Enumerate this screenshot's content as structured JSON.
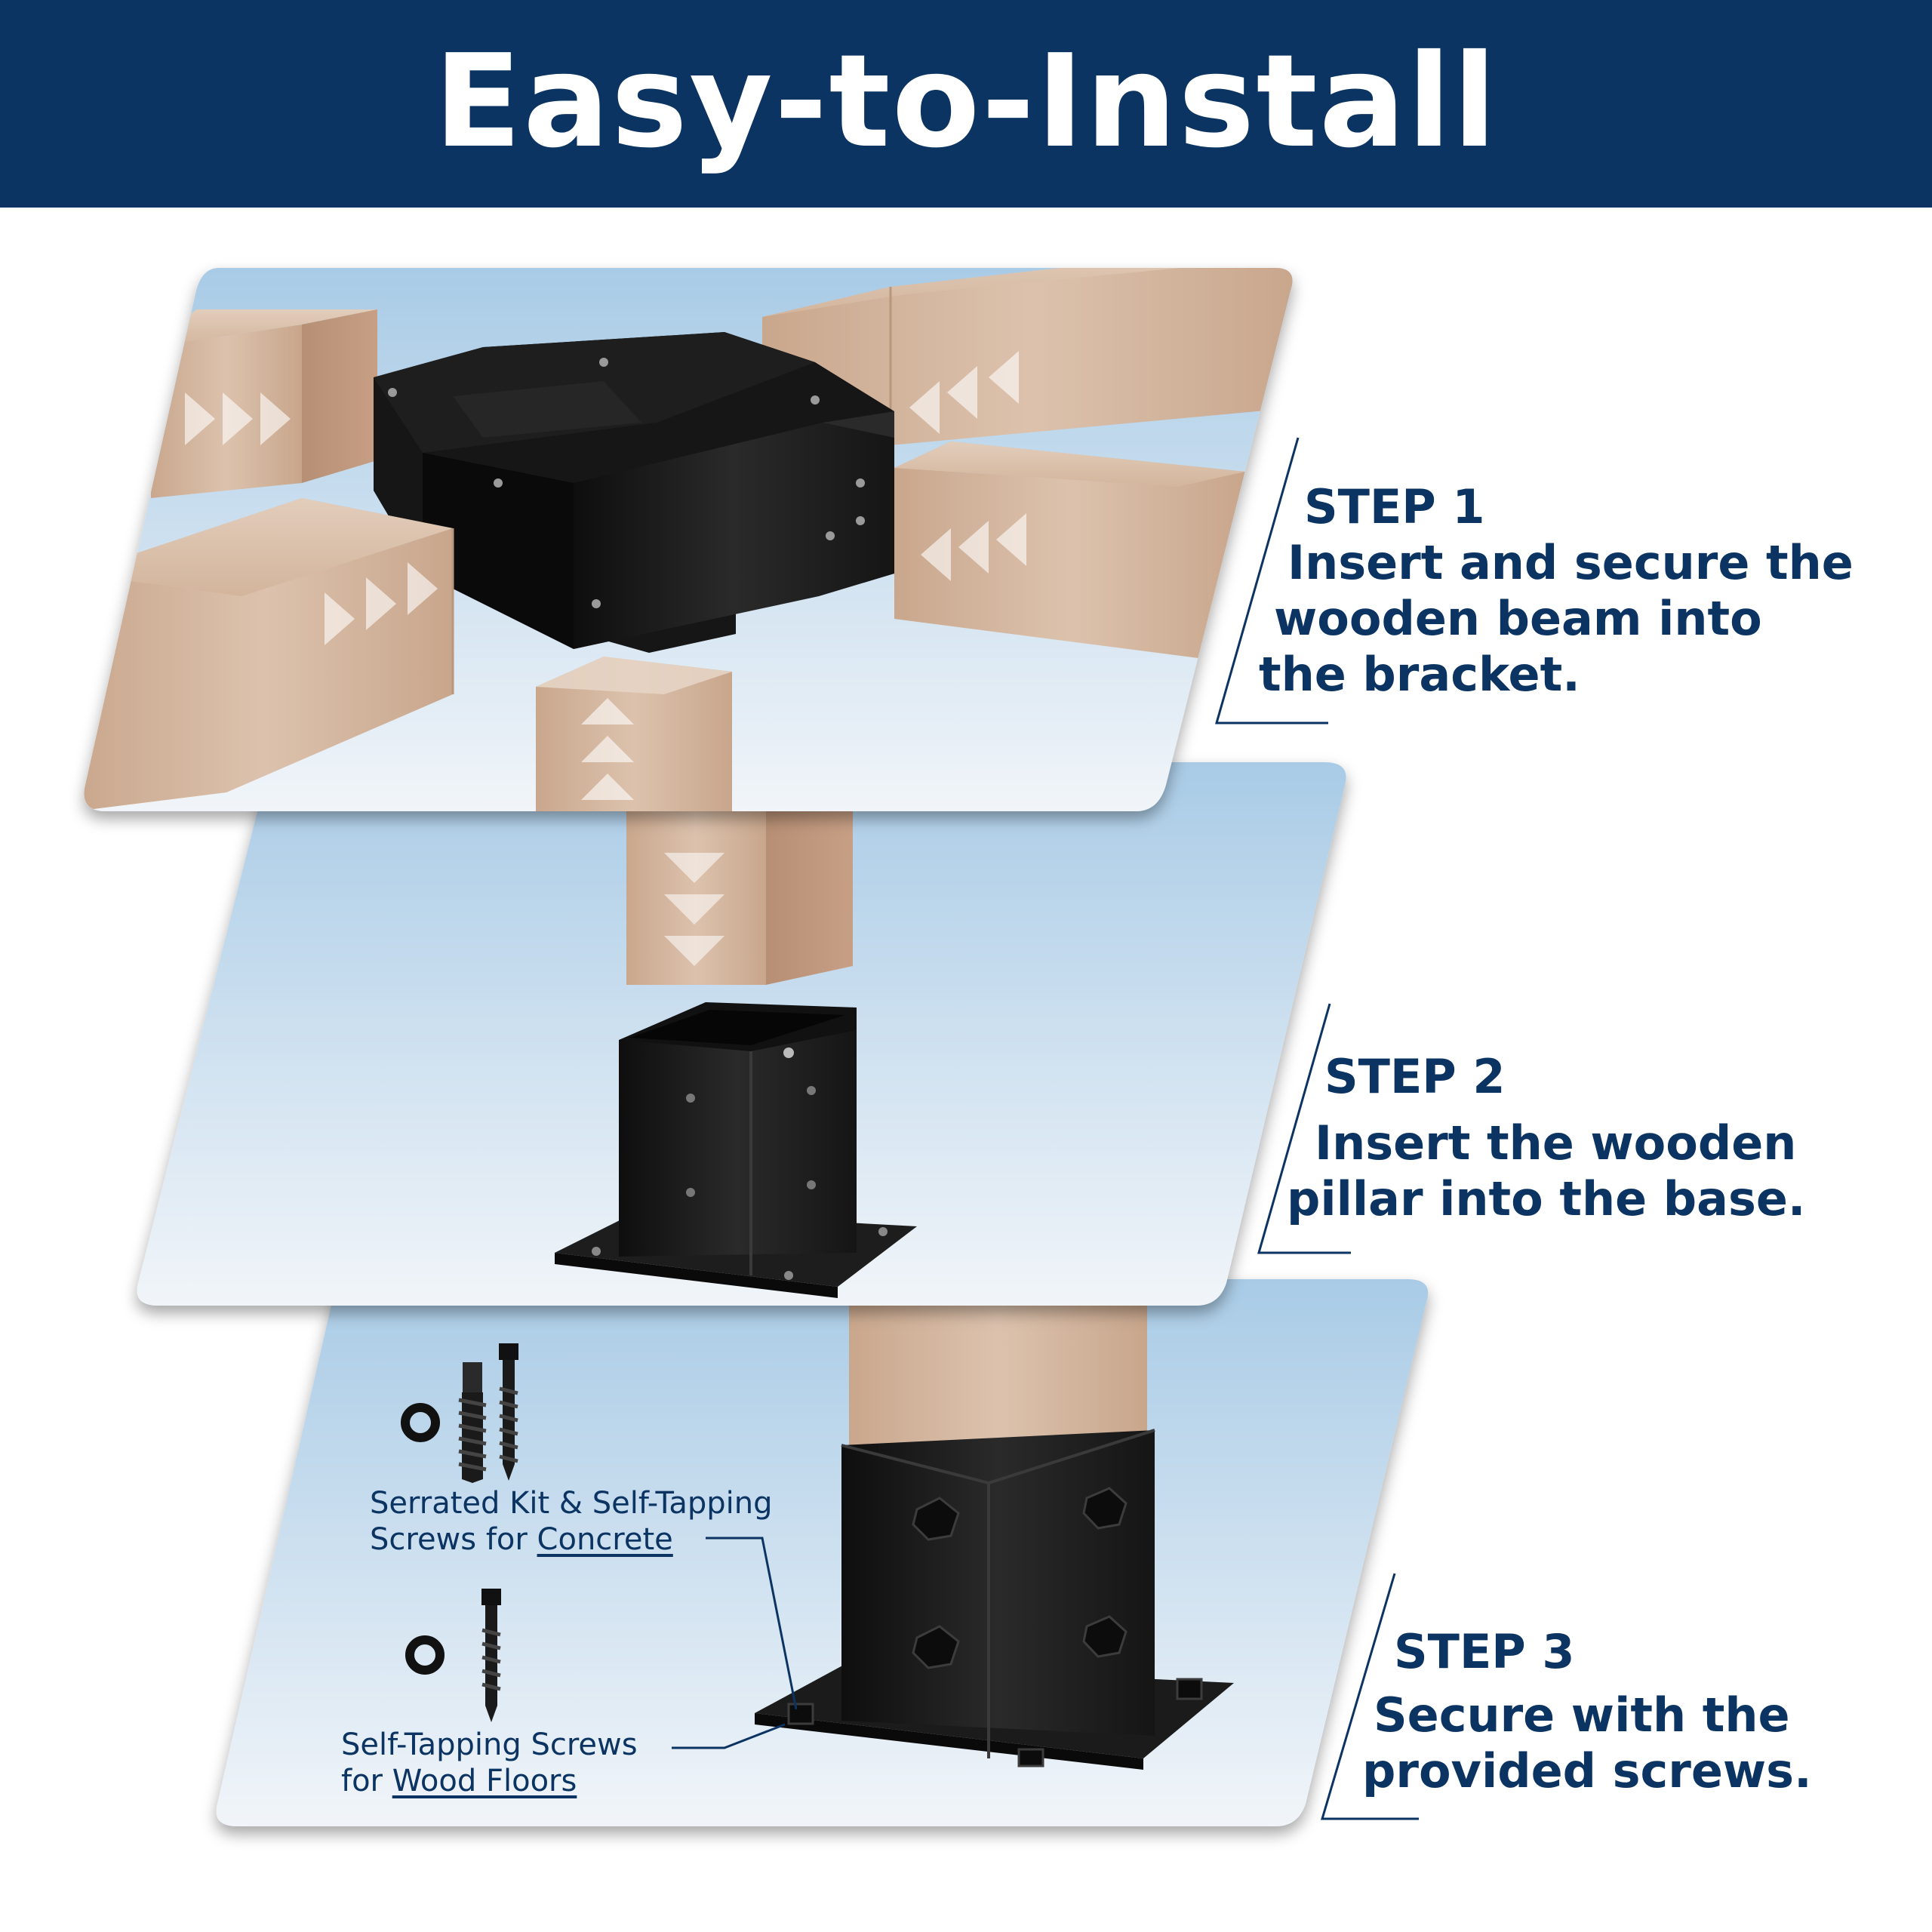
{
  "header": {
    "title": "Easy-to-Install"
  },
  "colors": {
    "navy": "#0b3462",
    "sky_top": "#a9cbe6",
    "sky_bottom": "#f1f5f9",
    "wood": "#d5b8a0",
    "steel": "#161616"
  },
  "steps": [
    {
      "title": "STEP 1",
      "lines": [
        "Insert and secure the",
        "wooden beam into",
        "the bracket."
      ]
    },
    {
      "title": "STEP 2",
      "lines": [
        "Insert the wooden",
        "pillar into the base."
      ]
    },
    {
      "title": "STEP 3",
      "lines": [
        "Secure with the",
        "provided screws."
      ]
    }
  ],
  "hardware": {
    "concrete": {
      "line1": "Serrated Kit & Self-Tapping",
      "line2_prefix": "Screws for ",
      "line2_emph": "Concrete"
    },
    "wood": {
      "line1": "Self-Tapping Screws",
      "line2_prefix": "for ",
      "line2_emph": "Wood Floors"
    }
  },
  "icons": [
    "arrow-chevron-icon",
    "screw-icon",
    "washer-icon",
    "anchor-bolt-icon"
  ]
}
